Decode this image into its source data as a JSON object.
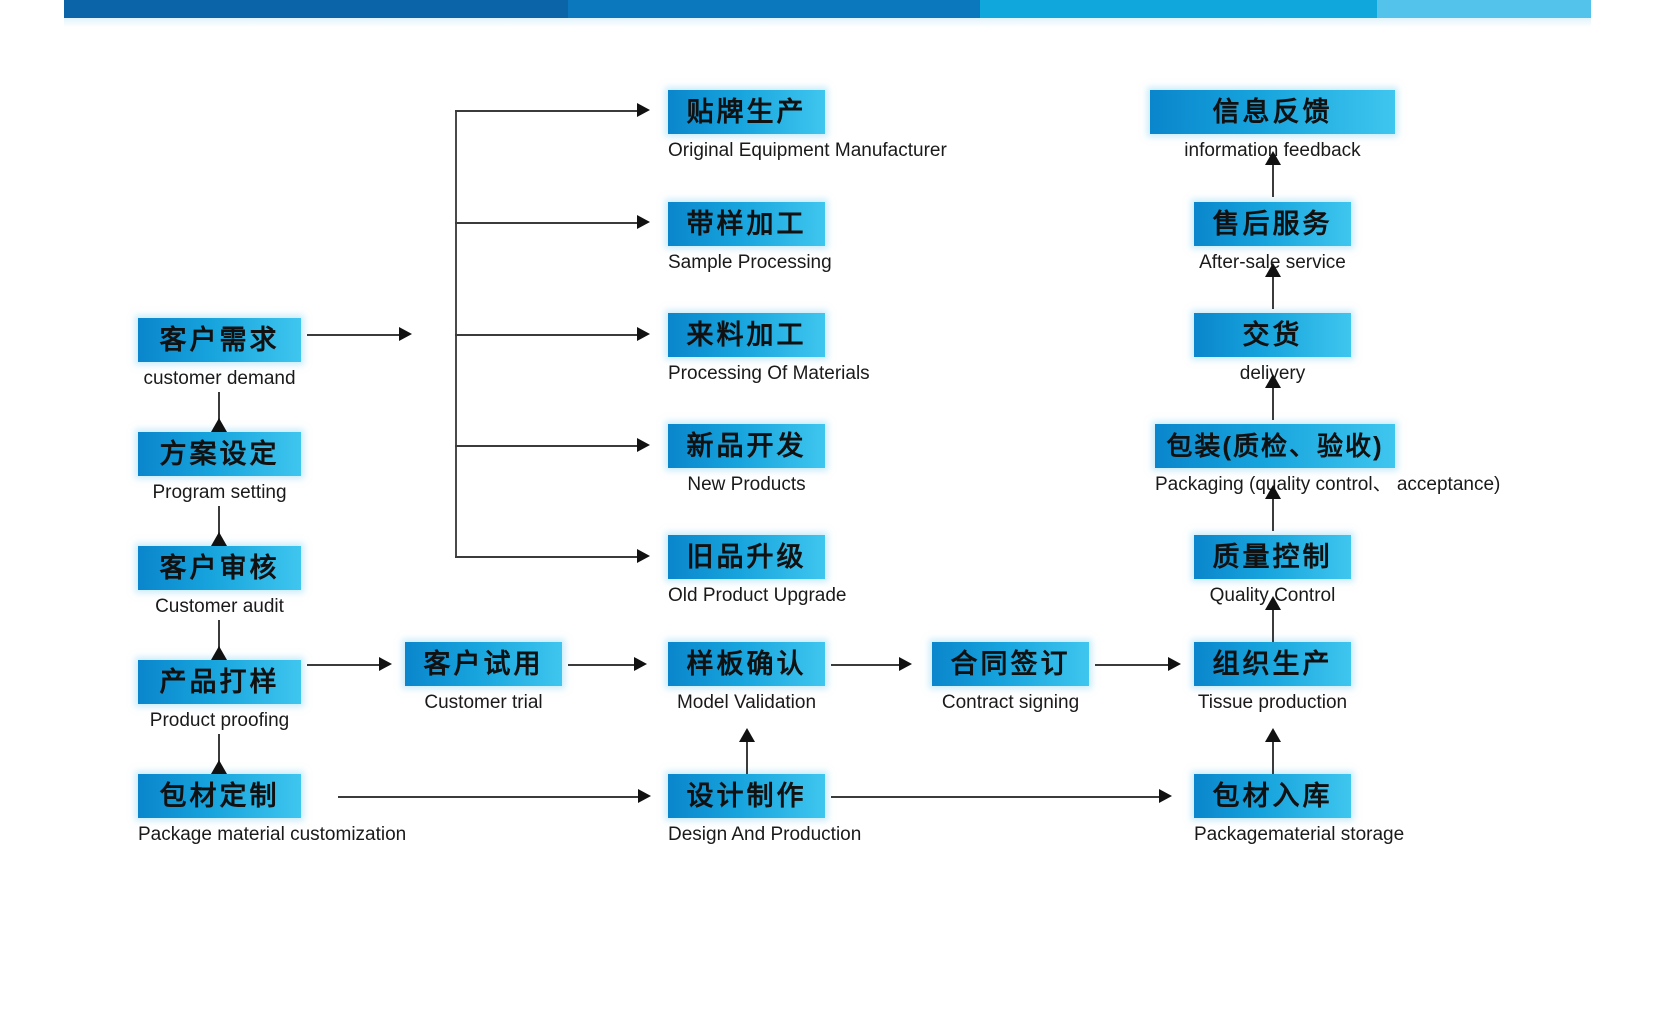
{
  "topbar": {
    "segments": [
      "#0b63a8",
      "#0b78bd",
      "#10a8dc",
      "#53c3ec"
    ]
  },
  "theme": {
    "box_gradient_start": "#0a86cc",
    "box_gradient_end": "#3fc6ef",
    "text_color": "#111111",
    "connector_color": "#3b3b3b"
  },
  "nodes": {
    "customer_demand": {
      "cn": "客户需求",
      "en": "customer demand"
    },
    "program_setting": {
      "cn": "方案设定",
      "en": "Program setting"
    },
    "customer_audit": {
      "cn": "客户审核",
      "en": "Customer audit"
    },
    "product_proofing": {
      "cn": "产品打样",
      "en": "Product proofing"
    },
    "package_custom": {
      "cn": "包材定制",
      "en": "Package material customization"
    },
    "oem": {
      "cn": "贴牌生产",
      "en": "Original Equipment Manufacturer"
    },
    "sample_processing": {
      "cn": "带样加工",
      "en": "Sample Processing"
    },
    "material_process": {
      "cn": "来料加工",
      "en": "Processing Of Materials"
    },
    "new_products": {
      "cn": "新品开发",
      "en": "New Products"
    },
    "old_upgrade": {
      "cn": "旧品升级",
      "en": "Old Product Upgrade"
    },
    "customer_trial": {
      "cn": "客户试用",
      "en": "Customer trial"
    },
    "model_validation": {
      "cn": "样板确认",
      "en": "Model Validation"
    },
    "contract_signing": {
      "cn": "合同签订",
      "en": "Contract signing"
    },
    "design_production": {
      "cn": "设计制作",
      "en": "Design And Production"
    },
    "tissue_production": {
      "cn": "组织生产",
      "en": "Tissue  production"
    },
    "quality_control": {
      "cn": "质量控制",
      "en": "Quality Control"
    },
    "packaging": {
      "cn": "包装(质检、验收)",
      "en": "Packaging (quality control、 acceptance)"
    },
    "delivery": {
      "cn": "交货",
      "en": "delivery"
    },
    "after_sale": {
      "cn": "售后服务",
      "en": "After-sale service"
    },
    "info_feedback": {
      "cn": "信息反馈",
      "en": "information feedback"
    },
    "package_storage": {
      "cn": "包材入库",
      "en": "Packagematerial storage"
    }
  }
}
